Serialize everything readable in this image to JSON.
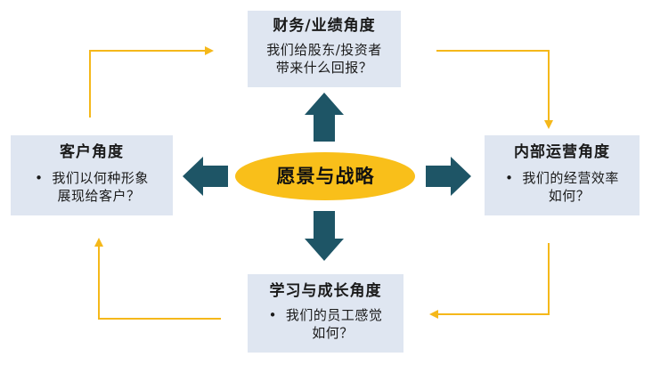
{
  "colors": {
    "box_fill": "#dfe6f1",
    "arrow": "#1e5566",
    "center_fill": "#f9bf1a",
    "connector": "#f5b81a"
  },
  "center": {
    "label": "愿景与战略"
  },
  "financial": {
    "title": "财务/业绩角度",
    "line1": "我们给股东/投资者",
    "line2": "带来什么回报？"
  },
  "customer": {
    "title": "客户角度",
    "bullet": "•",
    "line1": "我们以何种形象",
    "line2": "展现给客户？"
  },
  "internal": {
    "title": "内部运营角度",
    "bullet": "•",
    "line1": "我们的经营效率",
    "line2": "如何？"
  },
  "learning": {
    "title": "学习与成长角度",
    "bullet": "•",
    "line1": "我们的员工感觉",
    "line2": "如何？"
  }
}
